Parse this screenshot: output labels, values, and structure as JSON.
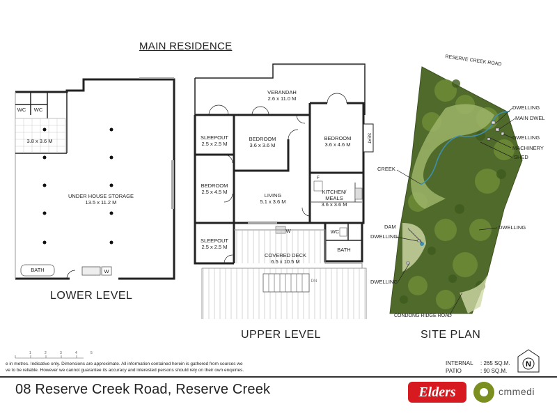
{
  "headings": {
    "main_residence": "MAIN RESIDENCE",
    "lower_level": "LOWER LEVEL",
    "upper_level": "UPPER LEVEL",
    "site_plan": "SITE PLAN"
  },
  "lower_rooms": {
    "wc1": "WC",
    "wc2": "WC",
    "room_dims": "3.8 x 3.6 M",
    "storage_name": "UNDER HOUSE STORAGE",
    "storage_dims": "13.5 x 11.2 M",
    "bath": "BATH",
    "w": "W"
  },
  "upper_rooms": {
    "verandah_name": "VERANDAH",
    "verandah_dims": "2.6 x 11.0 M",
    "sleepout1_name": "SLEEPOUT",
    "sleepout1_dims": "2.5 x 2.5 M",
    "bedroom1_name": "BEDROOM",
    "bedroom1_dims": "3.6 x 3.6 M",
    "bedroom2_name": "BEDROOM",
    "bedroom2_dims": "3.6 x 4.6 M",
    "seat": "SEAT",
    "bedroom3_name": "BEDROOM",
    "bedroom3_dims": "2.5 x 4.5 M",
    "living_name": "LIVING",
    "living_dims": "5.1 x 3.6 M",
    "kitchen_name1": "KITCHEN/",
    "kitchen_name2": "MEALS",
    "kitchen_dims": "3.6 x 3.6 M",
    "f": "F",
    "wc": "WC",
    "w": "W",
    "sleepout2_name": "SLEEPOUT",
    "sleepout2_dims": "2.5 x 2.5 M",
    "bath": "BATH",
    "deck_name": "COVERED DECK",
    "deck_dims": "6.5 x 10.5 M",
    "dn": "DN"
  },
  "site": {
    "road_top": "RESERVE CREEK ROAD",
    "road_bottom": "CONDONG RIDGE ROAD",
    "labels": {
      "dwelling_top": "DWELLING",
      "main_dwel": "MAIN DWEL",
      "dwelling_mid": "DWELLING",
      "machinery": "MACHINERY",
      "shed": "SHED",
      "creek": "CREEK",
      "dam": "DAM",
      "dwelling_dam": "DWELLING",
      "dwelling_right": "DWELLING",
      "dwelling_bottom": "DWELLING"
    },
    "colors": {
      "vegetation_dark": "#4f6a2a",
      "vegetation_light": "#9cb468",
      "clearing": "#cfd9a8",
      "creek": "#3f8fb0"
    }
  },
  "scale": {
    "ticks": [
      "1",
      "2",
      "3",
      "4",
      "5"
    ]
  },
  "disclaimer": {
    "line1": "e in metres.  Indicative only.  Dimensions are approximate.  All information contained herein is gathered from sources we",
    "line2": "ve to be reliable.  However we cannot guarantee its accuracy and interested persons should rely on their own enquiries."
  },
  "areas": {
    "internal_label": "INTERNAL",
    "internal_value": ":   265 SQ.M.",
    "patio_label": "PATIO",
    "patio_value": ":    90 SQ.M."
  },
  "north_letter": "N",
  "address": "08 Reserve Creek Road, Reserve Creek",
  "brands": {
    "elders": "Elders",
    "cm": "cmmedi",
    "elders_color": "#d71920",
    "cm_color": "#7a8f1f"
  }
}
